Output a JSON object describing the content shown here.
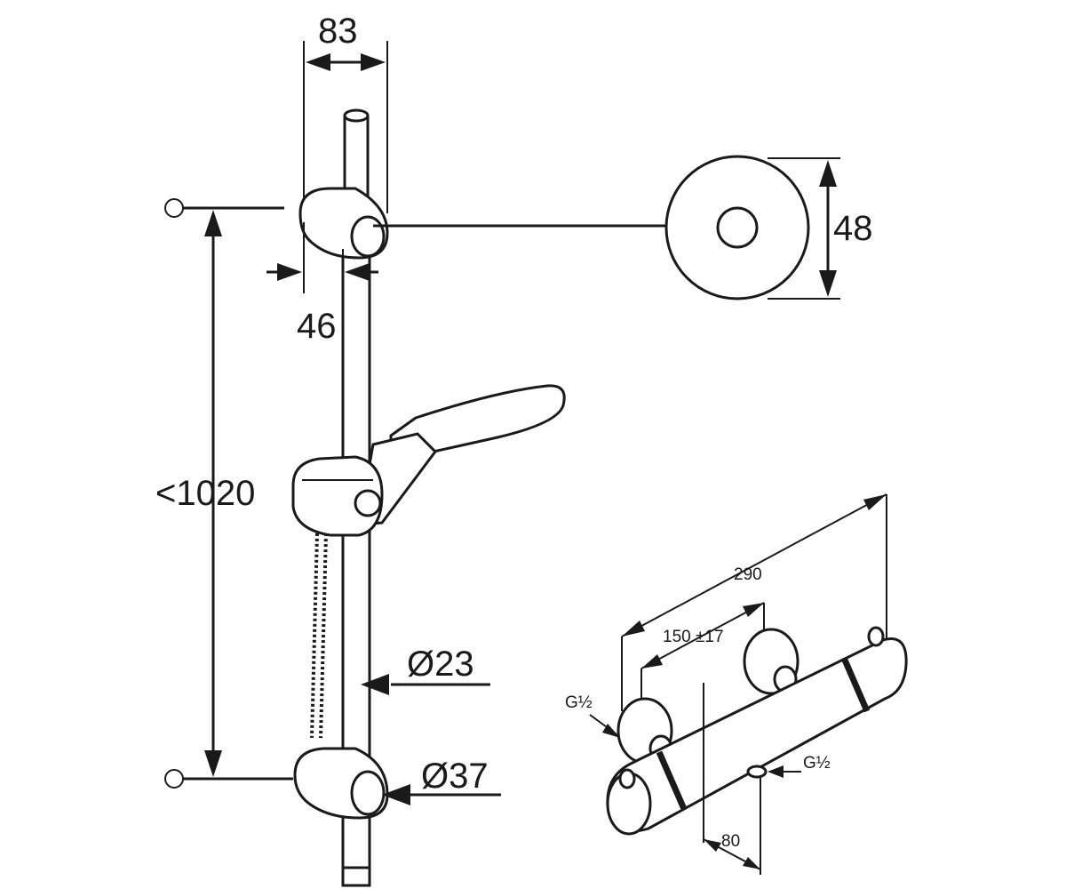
{
  "dimensions": {
    "bracket_width": "83",
    "bracket_depth": "46",
    "rosette_diameter": "48",
    "rail_length": "<1020",
    "rail_diameter": "Ø23",
    "holder_diameter": "Ø37",
    "mixer_length": "290",
    "connection_spacing": "150 ±17",
    "inlet_thread": "G½",
    "outlet_thread": "G½",
    "outlet_offset": "80"
  },
  "colors": {
    "line": "#1a1a1a",
    "background": "#ffffff"
  }
}
